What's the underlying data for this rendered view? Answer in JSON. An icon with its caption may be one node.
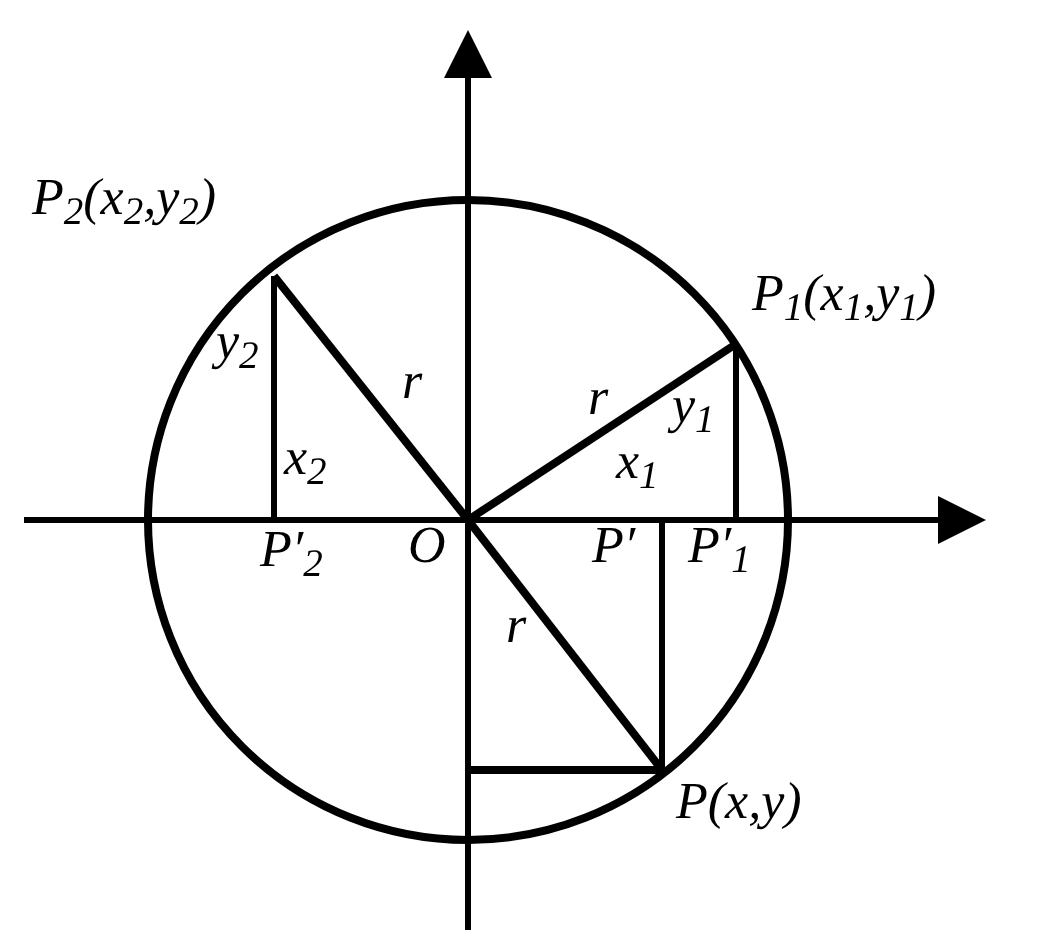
{
  "diagram": {
    "labels": [
      "P$_{2}$(x$_{2}$,y$_{2}$)",
      "P$_{1}$(x$_{1}$,y$_{1}$)",
      "y$_{2}$",
      "r",
      "r",
      "y$_{1}$",
      "x$_{2}$",
      "x$_{1}$",
      "P′$_{2}$",
      "O",
      "P′",
      "P′$_{1}$",
      "r",
      "P(x,y)"
    ]
  }
}
